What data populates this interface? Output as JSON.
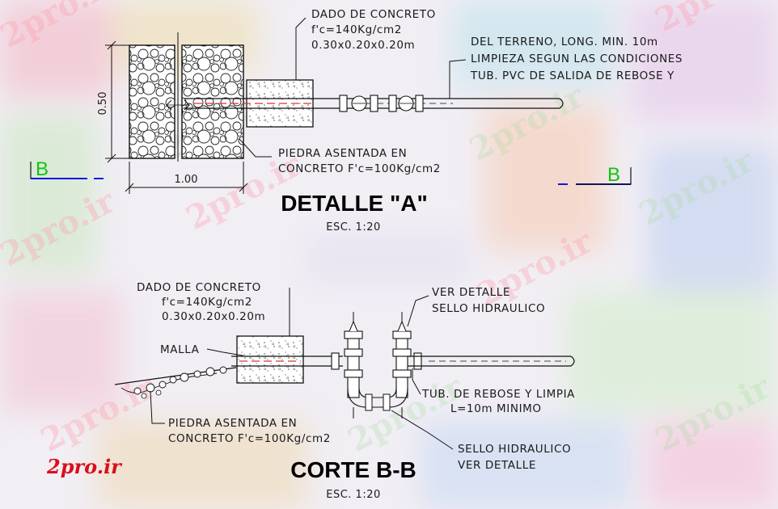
{
  "watermark": "2pro.ir",
  "logo": "2pro.ir",
  "detalle_a": {
    "title": "DETALLE \"A\"",
    "scale": "ESC.  1:20",
    "dado_lines": [
      "DADO DE CONCRETO",
      "f'c=140Kg/cm2",
      "0.30x0.20x0.20m"
    ],
    "tub_lines": [
      "DEL TERRENO, LONG. MIN. 10m",
      "LIMPIEZA SEGUN LAS CONDICIONES",
      "TUB. PVC DE SALIDA DE REBOSE Y"
    ],
    "piedra_lines": [
      "PIEDRA ASENTADA EN",
      "CONCRETO F'c=100Kg/cm2"
    ],
    "dim_height": "0.50",
    "dim_width": "1.00",
    "section_left": "B",
    "section_right": "B"
  },
  "corte_bb": {
    "title": "CORTE B-B",
    "scale": "ESC.  1:20",
    "dado_lines": [
      "DADO DE CONCRETO",
      "f'c=140Kg/cm2",
      "0.30x0.20x0.20m"
    ],
    "malla": "MALLA",
    "ver_detalle_lines": [
      "VER DETALLE",
      "SELLO HIDRAULICO"
    ],
    "tub_lines": [
      "TUB. DE REBOSE Y LIMPIA",
      "L=10m MINIMO"
    ],
    "sello_lines": [
      "SELLO HIDRAULICO",
      "VER DETALLE"
    ],
    "piedra_lines": [
      "PIEDRA ASENTADA EN",
      "CONCRETO F'c=100Kg/cm2"
    ]
  }
}
